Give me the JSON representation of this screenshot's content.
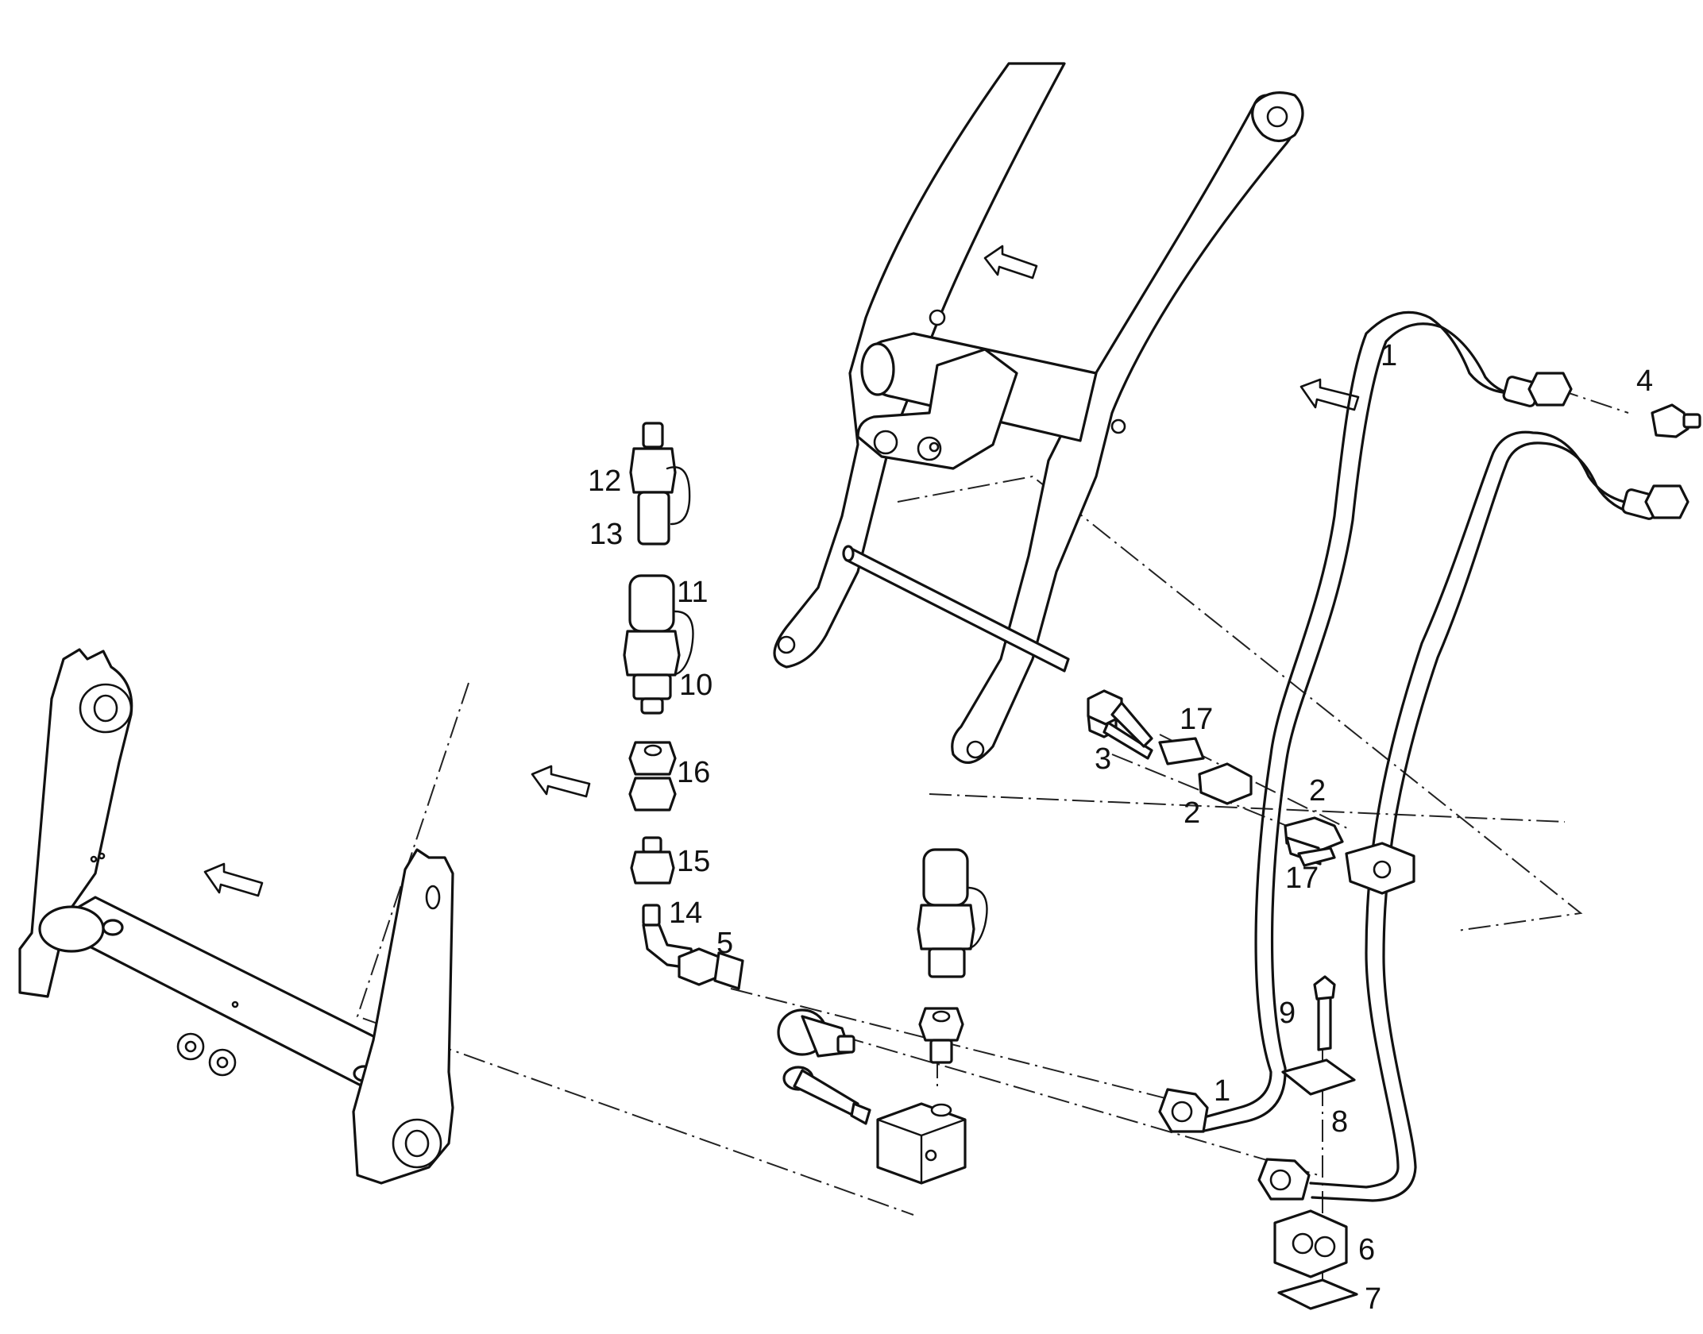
{
  "callouts": {
    "c1a": "1",
    "c1b": "1",
    "c2a": "2",
    "c2b": "2",
    "c3": "3",
    "c4": "4",
    "c5": "5",
    "c6": "6",
    "c7": "7",
    "c8": "8",
    "c9": "9",
    "c10": "10",
    "c11": "11",
    "c12": "12",
    "c13": "13",
    "c14": "14",
    "c15": "15",
    "c16": "16",
    "c17a": "17",
    "c17b": "17"
  }
}
